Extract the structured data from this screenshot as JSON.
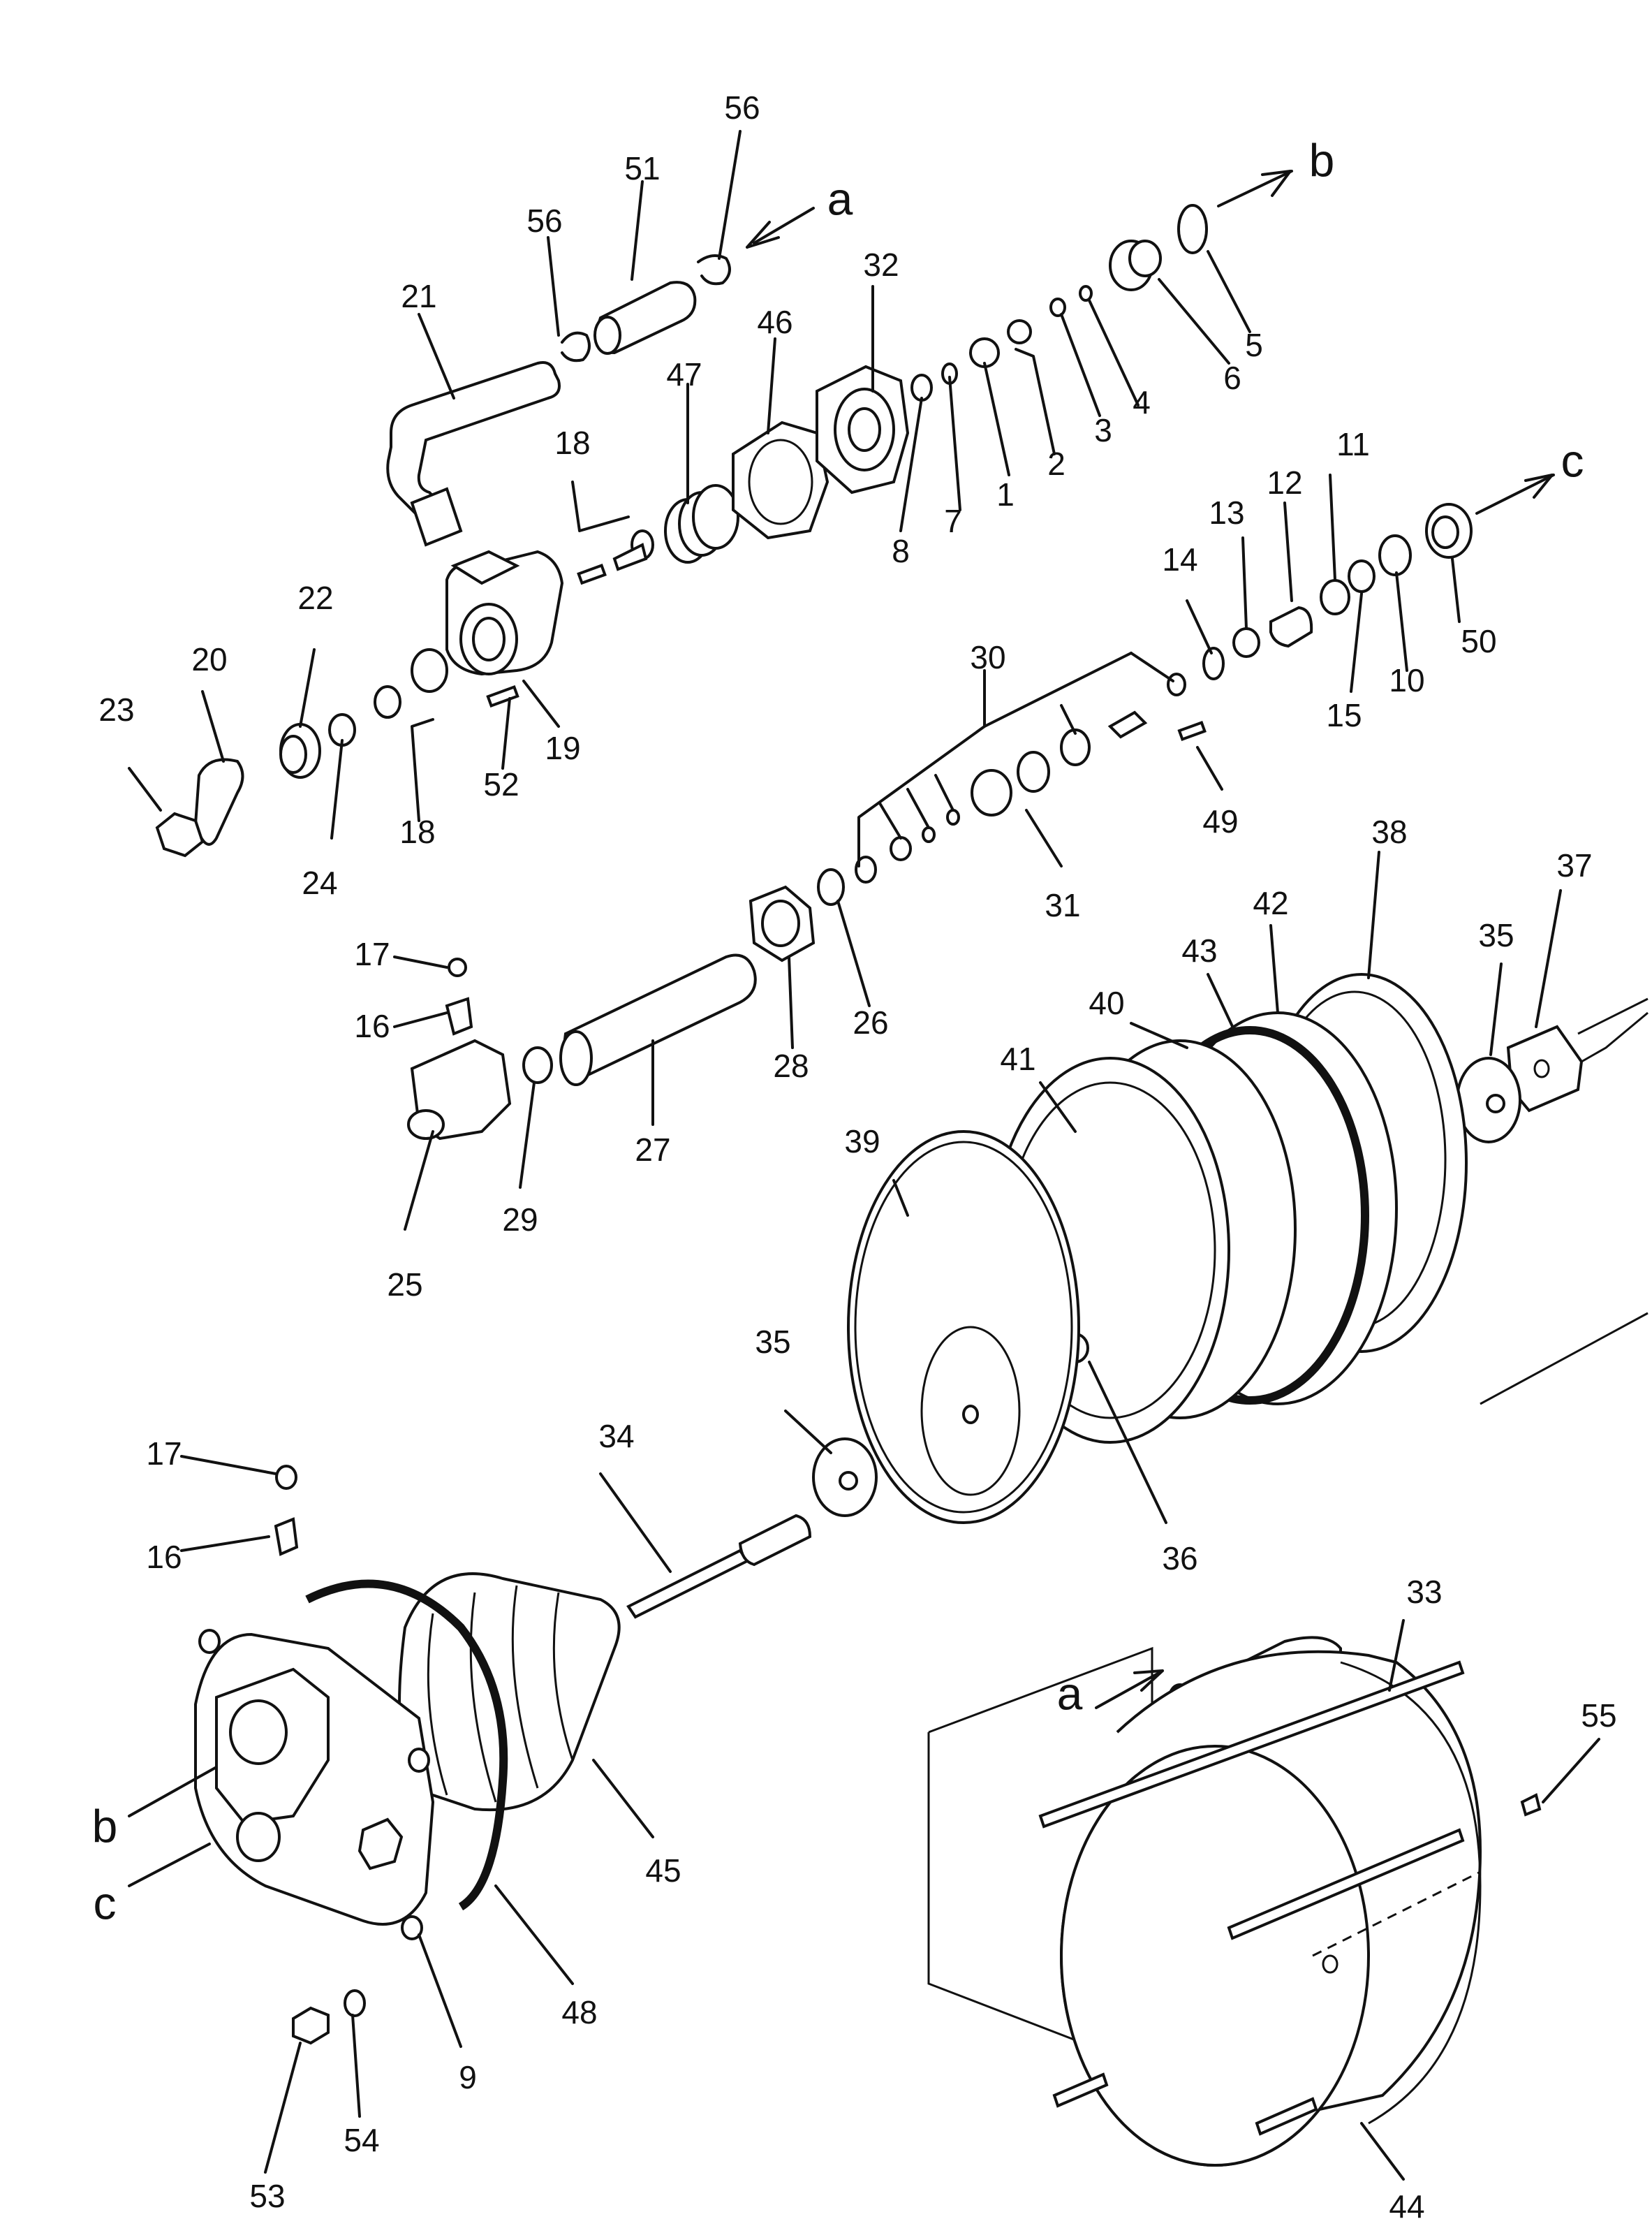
{
  "figure": {
    "labels": [
      "56",
      "51",
      "56",
      "21",
      "47",
      "46",
      "32",
      "18",
      "1",
      "2",
      "3",
      "4",
      "6",
      "5",
      "7",
      "8",
      "22",
      "20",
      "23",
      "24",
      "18",
      "52",
      "19",
      "17",
      "16",
      "25",
      "29",
      "27",
      "28",
      "26",
      "31",
      "30",
      "14",
      "13",
      "12",
      "11",
      "10",
      "15",
      "50",
      "49",
      "35",
      "37",
      "38",
      "42",
      "43",
      "40",
      "41",
      "39",
      "36",
      "35",
      "34",
      "17",
      "16",
      "45",
      "48",
      "9",
      "53",
      "54",
      "33",
      "55",
      "44"
    ],
    "letters": [
      "a",
      "b",
      "c",
      "a",
      "b",
      "c"
    ]
  }
}
